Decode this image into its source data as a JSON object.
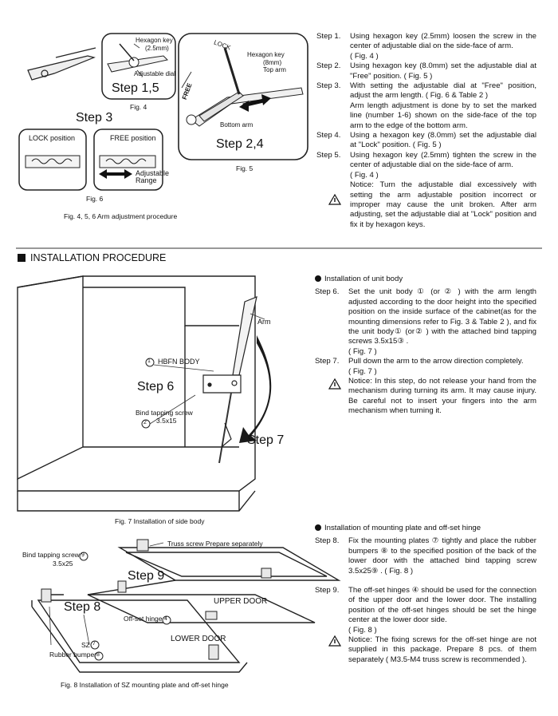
{
  "top_figures": {
    "fig4": {
      "label_hex": "Hexagon key",
      "label_hex_size": "(2.5mm)",
      "label_dial": "Adjustable dial",
      "step": "Step 1,5",
      "caption": "Fig. 4"
    },
    "fig5": {
      "label_lock": "LOCK",
      "label_hex": "Hexagon key",
      "label_hex_size": "(8mm)",
      "label_top_arm": "Top arm",
      "label_free": "FREE",
      "label_bottom_arm": "Bottom arm",
      "step": "Step 2,4",
      "caption": "Fig. 5"
    },
    "fig6": {
      "step": "Step 3",
      "lock_title": "LOCK position",
      "free_title": "FREE position",
      "range_label": "Adjustable",
      "range_label2": "Range",
      "caption": "Fig. 6"
    },
    "caption": "Fig. 4, 5, 6  Arm adjustment procedure"
  },
  "steps_top": [
    {
      "num": "Step 1.",
      "lines": [
        "Using hexagon key (2.5mm) loosen the screw in the center of adjustable dial on the side-face of arm.",
        "( Fig. 4 )"
      ]
    },
    {
      "num": "Step 2.",
      "lines": [
        "Using hexagon key (8.0mm) set the adjustable dial at \"Free\" position. ( Fig. 5 )"
      ]
    },
    {
      "num": "Step 3.",
      "lines": [
        "With setting the adjustable dial at \"Free\" position, adjust the arm length. ( Fig. 6 & Table 2 )",
        "Arm length adjustment is done by to set the marked line (number 1-6) shown on the side-face of the top arm to the edge of the bottom arm."
      ]
    },
    {
      "num": "Step 4.",
      "lines": [
        "Using a hexagon key (8.0mm) set the adjustable dial at \"Lock\" position. ( Fig. 5 )"
      ]
    },
    {
      "num": "Step 5.",
      "lines": [
        "Using hexagon key (2.5mm) tighten the screw in the center of adjustable dial on the side-face of arm.",
        "( Fig. 4 )"
      ]
    }
  ],
  "notice_top": "Notice: Turn the adjustable dial excessively with setting the arm adjustable position incorrect or improper may cause the unit broken. After arm adjusting, set the adjustable dial at \"Lock\" position and fix it by hexagon keys.",
  "section_title": "INSTALLATION PROCEDURE",
  "fig7": {
    "label_arm": "Arm",
    "num1": "1",
    "label_body": "HBFN BODY",
    "step6": "Step 6",
    "label_screw": "Bind tapping screw",
    "label_screw_size": "3.5x15",
    "num2": "2",
    "step7": "Step 7",
    "caption": "Fig. 7  Installation of side body"
  },
  "unit_body": {
    "heading": "Installation of unit body",
    "step6_num": "Step 6.",
    "step6": "Set the unit body ① (or ② ) with the arm length adjusted according to the door height into the specified position on the inside surface of the cabinet(as for the mounting dimensions refer to Fig. 3 & Table 2 ), and fix the unit body① (or② ) with the attached bind tapping screws 3.5x15③ .",
    "step6_ref": "( Fig. 7 )",
    "step7_num": "Step 7.",
    "step7": "Pull down the arm to the arrow direction completely.",
    "step7_ref": "( Fig. 7 )",
    "notice": "Notice: In this step, do not release your hand from the mechanism during turning its arm. It may cause injury. Be careful not to insert your fingers into the arm mechanism when turning it."
  },
  "fig8": {
    "label_truss": "Truss screw Prepare separately",
    "label_screw": "Bind tapping screw",
    "num9": "9",
    "label_screw_size": "3.5x25",
    "step9": "Step 9",
    "label_upper": "UPPER DOOR",
    "step8": "Step 8",
    "label_hinge": "Off-set hinge",
    "num4": "4",
    "label_sz": "SZ",
    "num7": "7",
    "label_bumper": "Rubber bumper",
    "num8": "8",
    "label_lower": "LOWER DOOR",
    "caption": "Fig. 8  Installation of  SZ mounting plate and off-set hinge"
  },
  "mounting": {
    "heading": "Installation of mounting plate  and off-set hinge",
    "step8_num": "Step 8.",
    "step8": "Fix the mounting plates ⑦ tightly and place the rubber bumpers ⑧ to the specified position of the back of the lower door with the attached bind tapping screw 3.5x25⑨ .  ( Fig. 8 )",
    "step9_num": "Step 9.",
    "step9": "The off-set hinges ④ should be used for the connection of the upper door and the lower door. The installing position of the off-set hinges should be set the hinge center at the lower door side.",
    "step9_ref": "( Fig. 8 )",
    "notice": "Notice: The fixing screws for the off-set hinge are not supplied in this package.  Prepare 8 pcs. of them separately ( M3.5-M4 truss screw is recommended )."
  }
}
